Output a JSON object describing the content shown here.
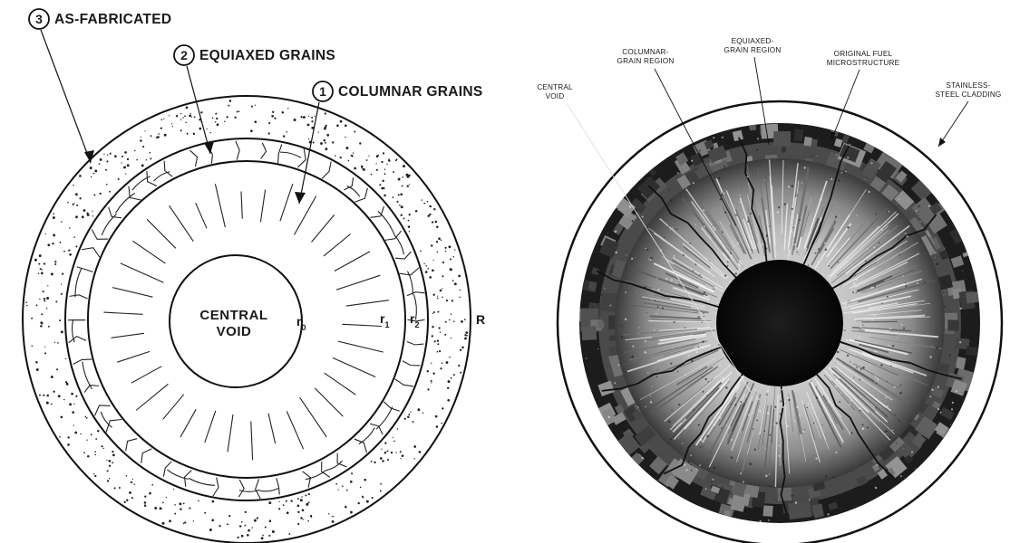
{
  "left_diagram": {
    "labels": [
      {
        "number": "3",
        "text": "AS-FABRICATED"
      },
      {
        "number": "2",
        "text": "EQUIAXED GRAINS"
      },
      {
        "number": "1",
        "text": "COLUMNAR GRAINS"
      }
    ],
    "center_label_line1": "CENTRAL",
    "center_label_line2": "VOID",
    "radius_labels": {
      "r0": {
        "main": "r",
        "sub": "0"
      },
      "r1": {
        "main": "r",
        "sub": "1"
      },
      "r2": {
        "main": "r",
        "sub": "2"
      },
      "R": {
        "main": "R",
        "sub": ""
      }
    }
  },
  "right_diagram": {
    "labels": [
      {
        "lines": [
          "CENTRAL",
          "VOID"
        ]
      },
      {
        "lines": [
          "COLUMNAR-",
          "GRAIN REGION"
        ]
      },
      {
        "lines": [
          "EQUIAXED-",
          "GRAIN REGION"
        ]
      },
      {
        "lines": [
          "ORIGINAL FUEL",
          "MICROSTRUCTURE"
        ]
      },
      {
        "lines": [
          "STAINLESS-",
          "STEEL CLADDING"
        ]
      }
    ]
  }
}
